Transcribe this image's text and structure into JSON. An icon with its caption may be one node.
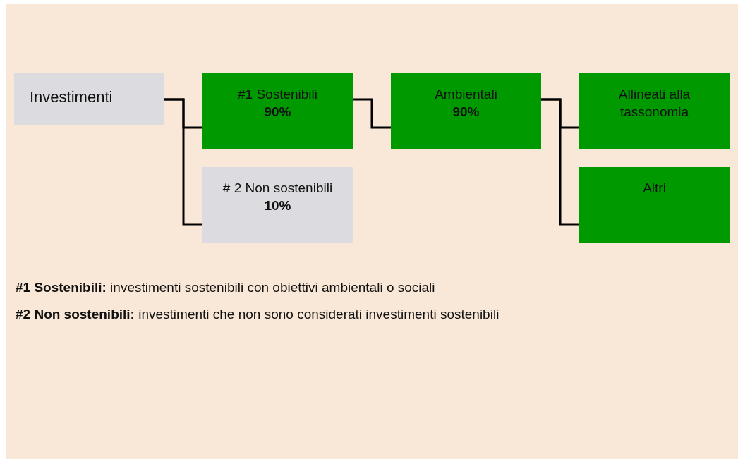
{
  "diagram": {
    "nodes": [
      {
        "text": [
          "Investimenti"
        ]
      },
      {
        "text": [
          "#1 Sostenibili",
          "90%"
        ]
      },
      {
        "text": [
          "# 2 Non sostenibili",
          "10%"
        ]
      },
      {
        "text": [
          "Ambientali",
          "90%"
        ]
      },
      {
        "text": [
          "Allineati alla tassonomia"
        ]
      },
      {
        "text": [
          "Altri"
        ]
      }
    ],
    "edges": [
      {
        "from": 0,
        "to": 1,
        "arrow": "none"
      },
      {
        "from": 0,
        "to": 2,
        "arrow": "none"
      },
      {
        "from": 1,
        "to": 3,
        "arrow": "none"
      },
      {
        "from": 3,
        "to": 4,
        "arrow": "none"
      },
      {
        "from": 3,
        "to": 5,
        "arrow": "none"
      }
    ],
    "labels": [
      "**#1 Sostenibili:** investimenti sostenibili con obiettivi ambientali o sociali",
      "**#2 Non sostenibili:** investimenti che non sono considerati investimenti sostenibili"
    ]
  }
}
